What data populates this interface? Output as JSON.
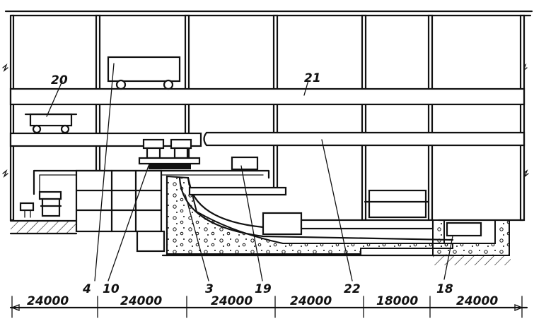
{
  "callouts": {
    "c20": "20",
    "c21": "21",
    "c4": "4",
    "c10": "10",
    "c3": "3",
    "c19": "19",
    "c22": "22",
    "c18": "18"
  },
  "dimensions": [
    "24000",
    "24000",
    "24000",
    "24000",
    "18000",
    "24000"
  ],
  "colors": {
    "ink": "#111111",
    "paper": "#ffffff"
  }
}
